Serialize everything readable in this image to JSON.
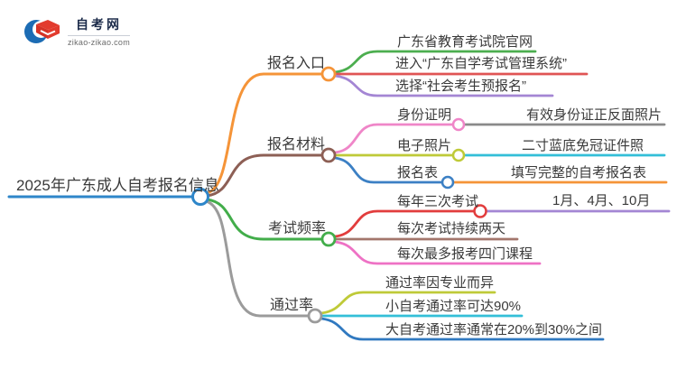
{
  "logo": {
    "title": "自考网",
    "domain": "zikao-zikao.com",
    "icon_blue": "#1c6cb4",
    "icon_red": "#e23b2e"
  },
  "root": {
    "label": "2025年广东成人自考报名信息",
    "color": "#2e86c9"
  },
  "branches": [
    {
      "label": "报名入口",
      "color": "#f59438",
      "children": [
        {
          "label": "广东省教育考试院官网",
          "color": "#4cae4f"
        },
        {
          "label": "进入“广东自学考试管理系统”",
          "color": "#e05555"
        },
        {
          "label": "选择“社会考生预报名”",
          "color": "#a486d4"
        }
      ]
    },
    {
      "label": "报名材料",
      "color": "#8d5f55",
      "children": [
        {
          "label": "身份证明",
          "color": "#ef86c8",
          "child": {
            "label": "有效身份证正反面照片",
            "color": "#8a8a8a"
          }
        },
        {
          "label": "电子照片",
          "color": "#bfca38",
          "child": {
            "label": "二寸蓝底免冠证件照",
            "color": "#33bfd8"
          }
        },
        {
          "label": "报名表",
          "color": "#3c80c4",
          "child": {
            "label": "填写完整的自考报名表",
            "color": "#f59438"
          }
        }
      ]
    },
    {
      "label": "考试频率",
      "color": "#42ad4a",
      "children": [
        {
          "label": "每年三次考试",
          "color": "#e23d3d",
          "child": {
            "label": "1月、4月、10月",
            "color": "#a486d4"
          }
        },
        {
          "label": "每次考试持续两天",
          "color": "#a3766c"
        },
        {
          "label": "每次最多报考四门课程",
          "color": "#ee72c5"
        }
      ]
    },
    {
      "label": "通过率",
      "color": "#9b9b9b",
      "children": [
        {
          "label": "通过率因专业而异",
          "color": "#bfca38"
        },
        {
          "label": "小自考通过率可达90%",
          "color": "#33bfd8"
        },
        {
          "label": "大自考通过率通常在20%到30%之间",
          "color": "#3079c0"
        }
      ]
    }
  ]
}
